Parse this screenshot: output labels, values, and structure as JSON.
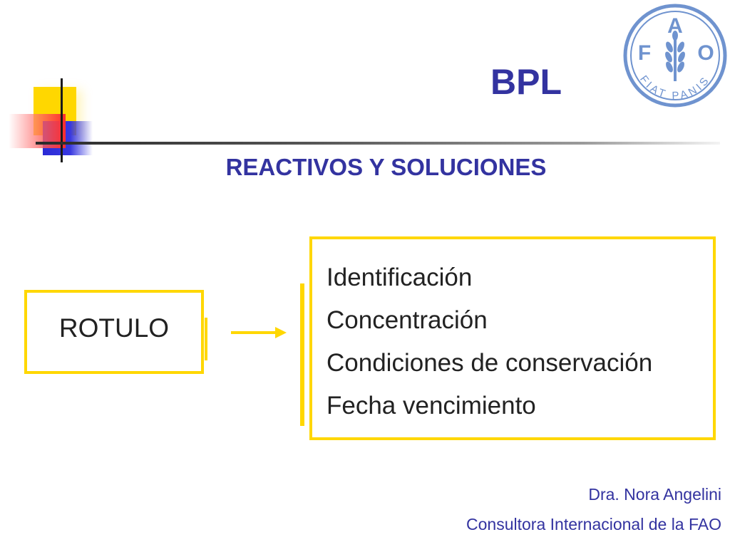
{
  "header": {
    "title": "BPL",
    "subtitle": "REACTIVOS Y SOLUCIONES"
  },
  "logo": {
    "letters": [
      "F",
      "A",
      "O"
    ],
    "motto": "FIAT PANIS"
  },
  "diagram": {
    "source_label": "ROTULO",
    "items": [
      "Identificación",
      "Concentración",
      "Condiciones de conservación",
      "Fecha vencimiento"
    ]
  },
  "footer": {
    "author": "Dra. Nora Angelini",
    "role": "Consultora Internacional de la FAO"
  },
  "colors": {
    "accent_yellow": "#ffd700",
    "title_blue": "#3333a0",
    "logo_blue": "#6f93cf"
  }
}
